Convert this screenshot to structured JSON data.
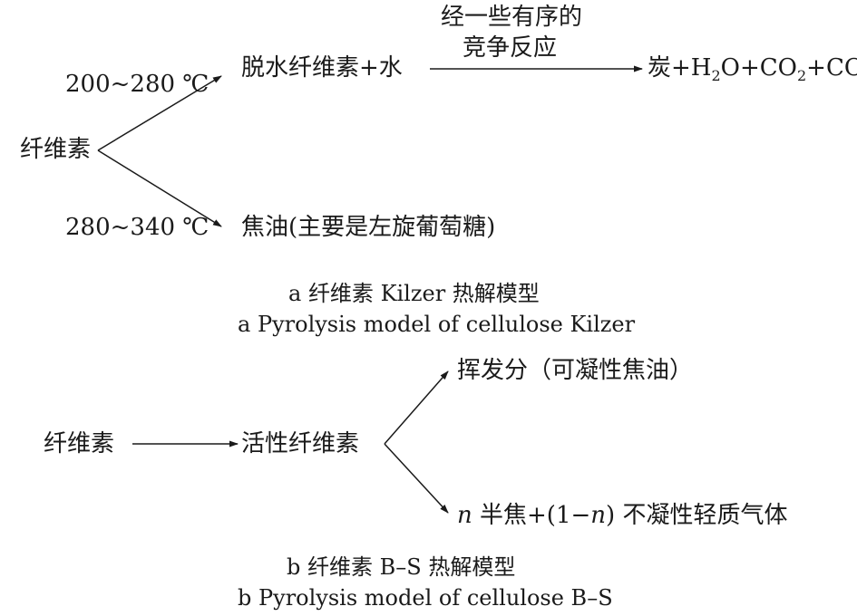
{
  "colors": {
    "ink": "#1a1a1a",
    "background": "#ffffff"
  },
  "diagram_a": {
    "source": "纤维素",
    "upper_temp": "200~280 ℃",
    "lower_temp": "280~340 ℃",
    "upper_product": "脱水纤维素+水",
    "reaction_label_line1": "经一些有序的",
    "reaction_label_line2": "竞争反应",
    "final": {
      "char": "炭+H",
      "h2o_sub": "2",
      "o_co": "O+CO",
      "co2_sub": "2",
      "tail": "+CO"
    },
    "lower_product": "焦油(主要是左旋葡萄糖)",
    "caption_cn": "a  纤维素 Kilzer 热解模型",
    "caption_en": "a  Pyrolysis model of cellulose Kilzer"
  },
  "diagram_b": {
    "source": "纤维素",
    "intermediate": "活性纤维素",
    "upper_product": "挥发分（可凝性焦油）",
    "lower_n": "n",
    "lower_mid": " 半焦+(1−",
    "lower_n2": "n",
    "lower_tail": ") 不凝性轻质气体",
    "caption_cn": "b  纤维素 B–S 热解模型",
    "caption_en": "b  Pyrolysis model of cellulose B–S"
  }
}
